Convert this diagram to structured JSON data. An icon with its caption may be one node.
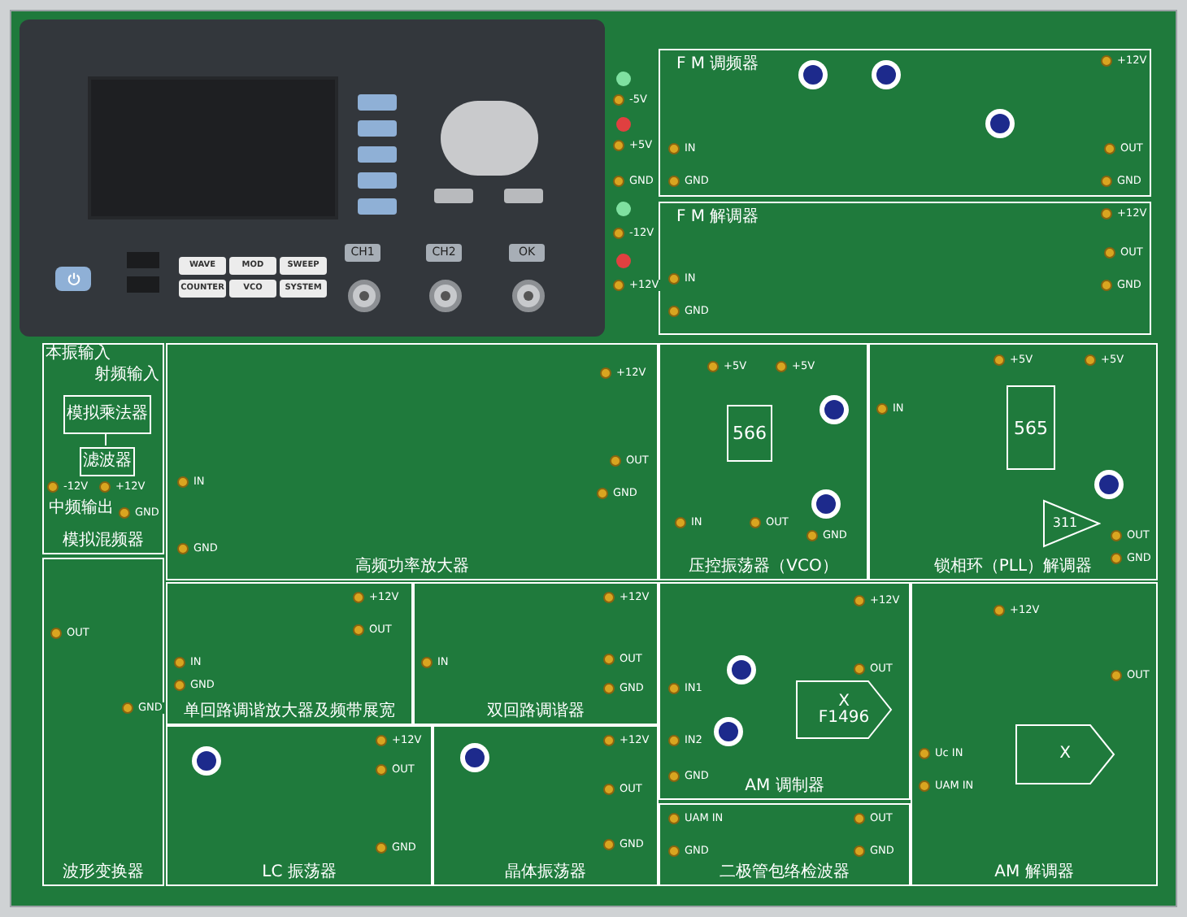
{
  "diagram": {
    "nodes": [
      {
        "text": [
          "F M 调频器"
        ]
      },
      {
        "text": [
          "F M 解调器"
        ]
      },
      {
        "text": [
          "模拟混频器"
        ]
      },
      {
        "text": [
          "模拟乘法器"
        ],
        "in": 2
      },
      {
        "text": [
          "滤波器"
        ],
        "in": 2
      },
      {
        "text": [
          "高频功率放大器"
        ]
      },
      {
        "text": [
          "压控振荡器（VCO）"
        ]
      },
      {
        "text": [
          "566"
        ],
        "in": 6
      },
      {
        "text": [
          "锁相环（PLL）解调器"
        ]
      },
      {
        "text": [
          "565"
        ],
        "in": 8
      },
      {
        "text": [
          "311"
        ],
        "in": 8
      },
      {
        "text": [
          "波形变换器"
        ]
      },
      {
        "text": [
          "单回路调谐放大器及频带展宽"
        ]
      },
      {
        "text": [
          "双回路调谐器"
        ]
      },
      {
        "text": [
          "LC 振荡器"
        ]
      },
      {
        "text": [
          "晶体振荡器"
        ]
      },
      {
        "text": [
          "AM 调制器"
        ]
      },
      {
        "text": [
          "X",
          "F1496"
        ],
        "in": 16
      },
      {
        "text": [
          "二极管包络检波器"
        ]
      },
      {
        "text": [
          "AM 解调器"
        ]
      },
      {
        "text": [
          "X"
        ],
        "in": 19
      }
    ],
    "edges": [
      {
        "from": 3,
        "to": 4,
        "arrow": "none"
      }
    ],
    "labels": [
      "WAVE",
      "MOD",
      "SWEEP",
      "COUNTER",
      "VCO",
      "SYSTEM",
      "CH1",
      "CH2",
      "OK",
      "-5V",
      "+5V",
      "GND",
      "-12V",
      "+12V",
      "+12V",
      "IN",
      "OUT",
      "GND",
      "GND",
      "+12V",
      "IN",
      "OUT",
      "GND",
      "GND",
      "本振输入",
      "射频输入",
      "-12V",
      "+12V",
      "中频输出",
      "GND",
      "+12V",
      "IN",
      "OUT",
      "GND",
      "GND",
      "+5V",
      "+5V",
      "IN",
      "OUT",
      "GND",
      "+5V",
      "+5V",
      "IN",
      "OUT",
      "GND",
      "OUT",
      "GND",
      "+12V",
      "IN",
      "OUT",
      "GND",
      "+12V",
      "IN",
      "OUT",
      "GND",
      "+12V",
      "OUT",
      "GND",
      "+12V",
      "OUT",
      "GND",
      "+12V",
      "IN1",
      "IN2",
      "OUT",
      "GND",
      "UAM IN",
      "OUT",
      "GND",
      "GND",
      "+12V",
      "OUT",
      "Uc IN",
      "UAM IN"
    ]
  }
}
